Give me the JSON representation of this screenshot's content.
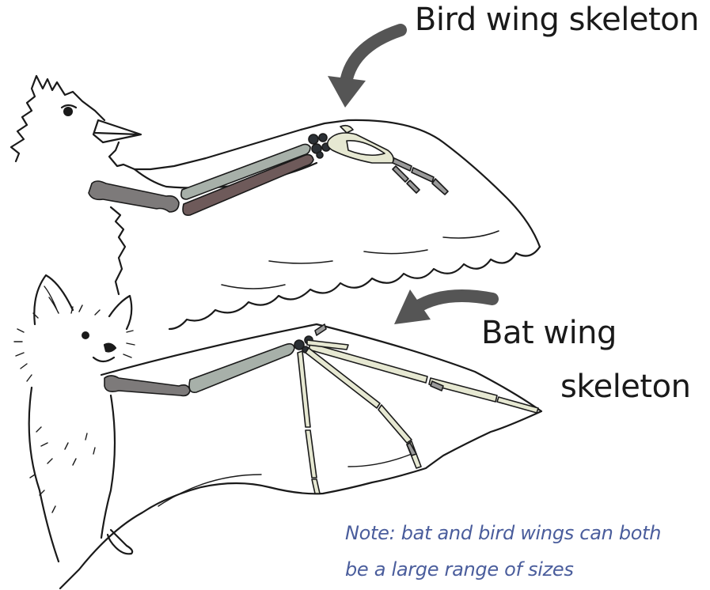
{
  "labels": {
    "bird": "Bird wing skeleton",
    "bat_line1": "Bat wing",
    "bat_line2": "skeleton"
  },
  "note": {
    "line1": "Note: bat and bird wings can both",
    "line2": "be a large range of sizes"
  },
  "colors": {
    "outline": "#1a1a1a",
    "arrow": "#555555",
    "humerus": "#7d7a7a",
    "radius": "#a7b0a9",
    "ulna": "#6e5a5a",
    "carpals": "#2b3035",
    "hand_bones": "#e6e8d2",
    "digit_bones": "#9a9a9a",
    "note_text": "#4a5d9c"
  },
  "icons": [
    "bird-illustration",
    "bat-illustration",
    "bird-arrow-icon",
    "bat-arrow-icon"
  ]
}
